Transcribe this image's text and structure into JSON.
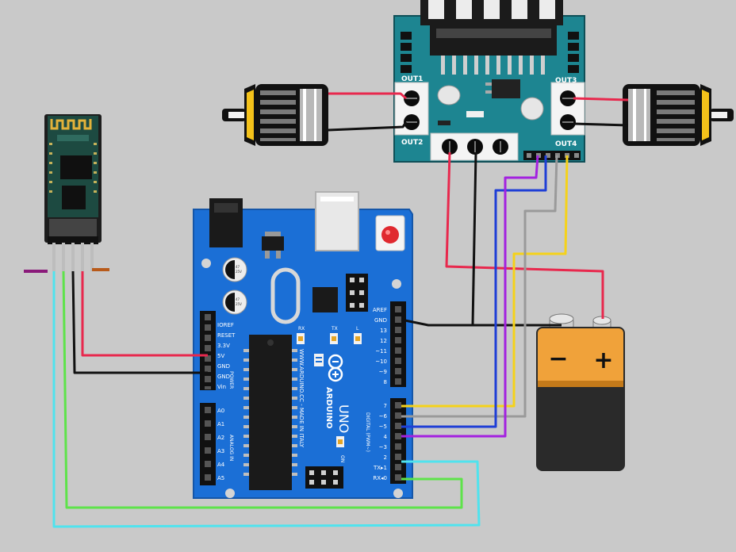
{
  "colors": {
    "background": "#c9c9c9",
    "arduino_board": "#1b6fd6",
    "driver_board": "#1d8591",
    "bt_board": "#1d4a41",
    "battery_top": "#f0a23a",
    "battery_bottom": "#2a2a2a",
    "motor_cap": "#f4c21a",
    "wire_red": "#e8284d",
    "wire_black": "#111111",
    "wire_gray": "#9a9a9a",
    "wire_yellow": "#f5d21a",
    "wire_blue": "#1f3fd6",
    "wire_purple": "#a321e0",
    "wire_cyan": "#4fe3ee",
    "wire_green": "#5ee34a"
  },
  "driver": {
    "out1": "OUT1",
    "out2": "OUT2",
    "out3": "OUT3",
    "out4": "OUT4"
  },
  "arduino": {
    "power_pins": [
      "IOREF",
      "RESET",
      "3.3V",
      "5V",
      "GND",
      "GND",
      "Vin"
    ],
    "power_header": "POWER",
    "analog_pins": [
      "A0",
      "A1",
      "A2",
      "A3",
      "A4",
      "A5"
    ],
    "analog_header": "ANALOG IN",
    "digital_top_pins": [
      "AREF",
      "GND",
      "13",
      "12",
      "~11",
      "~10",
      "~9",
      "8"
    ],
    "digital_bottom_pins": [
      "7",
      "~6",
      "~5",
      "4",
      "~3",
      "2",
      "TX▸1",
      "RX◂0"
    ],
    "digital_header": "DIGITAL (PWM~)",
    "logo_text": "ARDUINO",
    "model_text": "UNO",
    "website_text": "WWW.ARDUINO.CC - MADE IN ITALY",
    "led_rx": "RX",
    "led_tx": "TX",
    "led_l": "L",
    "led_on": "ON",
    "cap_text_1": "47",
    "cap_text_2": "25V"
  },
  "battery": {
    "minus": "−",
    "plus": "+"
  }
}
